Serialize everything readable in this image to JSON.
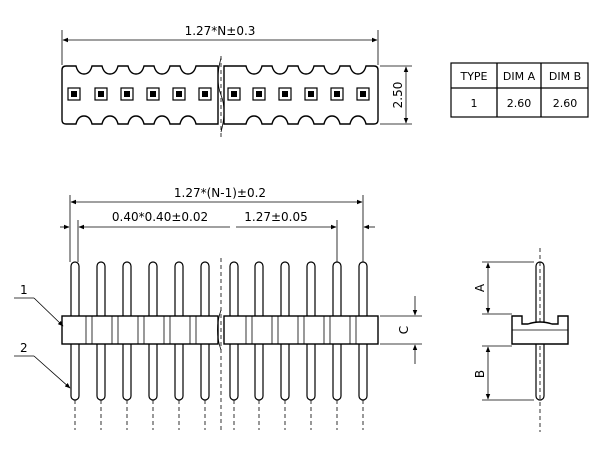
{
  "top_view": {
    "length_dim": "1.27*N±0.3",
    "height_dim": "2.50"
  },
  "front_view": {
    "total_dim": "1.27*(N-1)±0.2",
    "pin_dim": "0.40*0.40±0.02",
    "pitch_dim": "1.27±0.05",
    "c_label": "C",
    "callout_1": "1",
    "callout_2": "2"
  },
  "side_view": {
    "a_label": "A",
    "b_label": "B"
  },
  "table": {
    "headers": [
      "TYPE",
      "DIM A",
      "DIM B"
    ],
    "rows": [
      [
        "1",
        "2.60",
        "2.60"
      ]
    ]
  }
}
